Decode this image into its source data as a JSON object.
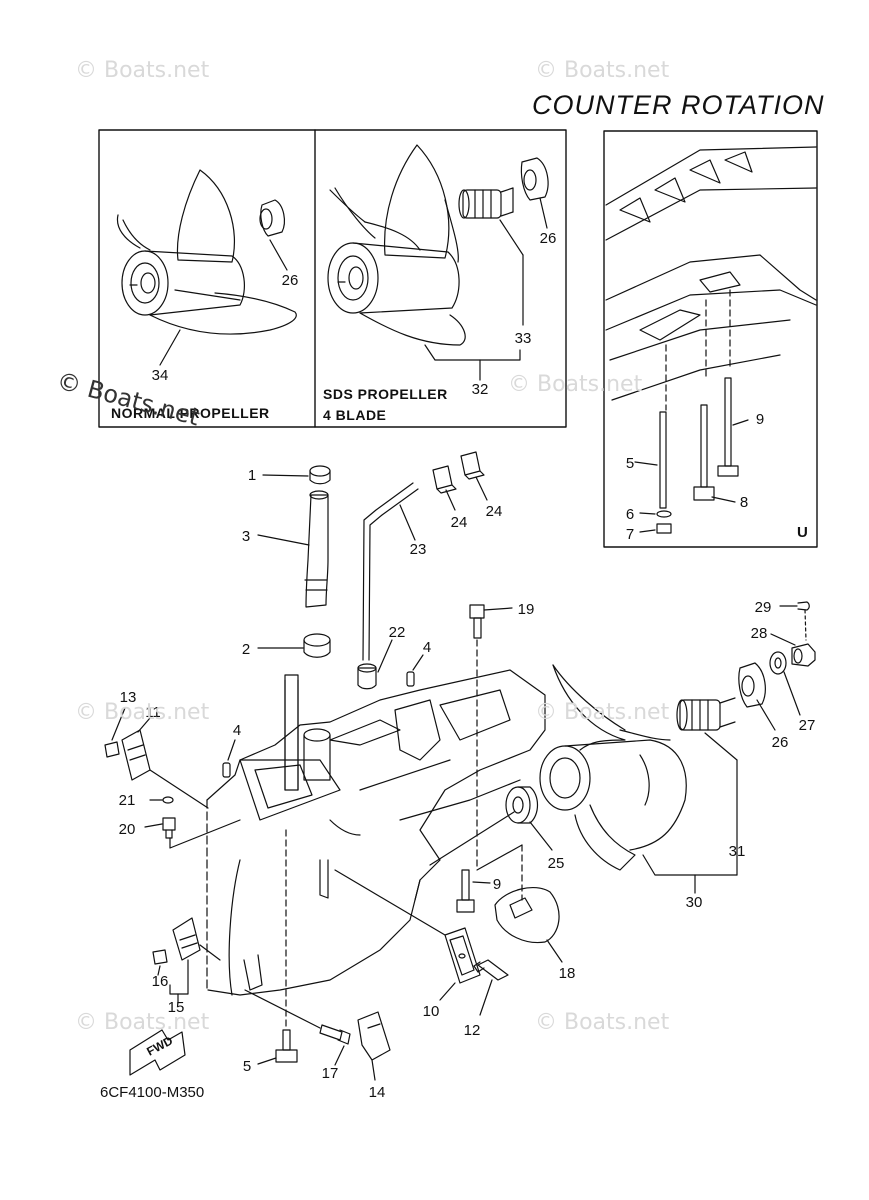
{
  "header": {
    "title": "COUNTER  ROTATION"
  },
  "footer": {
    "part_code": "6CF4100-M350"
  },
  "watermark": "© Boats.net",
  "inset_left": {
    "label_line1": "NORMAL PROPELLER"
  },
  "inset_right": {
    "label_line1": "SDS PROPELLER",
    "label_line2": "4 BLADE"
  },
  "inset_u": {
    "label": "U"
  },
  "fwd_label": "FWD",
  "callouts": [
    {
      "n": "26"
    },
    {
      "n": "34"
    },
    {
      "n": "26"
    },
    {
      "n": "33"
    },
    {
      "n": "32"
    },
    {
      "n": "9"
    },
    {
      "n": "5"
    },
    {
      "n": "8"
    },
    {
      "n": "6"
    },
    {
      "n": "7"
    },
    {
      "n": "1"
    },
    {
      "n": "3"
    },
    {
      "n": "23"
    },
    {
      "n": "24"
    },
    {
      "n": "24"
    },
    {
      "n": "19"
    },
    {
      "n": "29"
    },
    {
      "n": "28"
    },
    {
      "n": "22"
    },
    {
      "n": "4"
    },
    {
      "n": "2"
    },
    {
      "n": "27"
    },
    {
      "n": "26"
    },
    {
      "n": "13"
    },
    {
      "n": "11"
    },
    {
      "n": "4"
    },
    {
      "n": "21"
    },
    {
      "n": "20"
    },
    {
      "n": "25"
    },
    {
      "n": "31"
    },
    {
      "n": "9"
    },
    {
      "n": "30"
    },
    {
      "n": "16"
    },
    {
      "n": "15"
    },
    {
      "n": "18"
    },
    {
      "n": "10"
    },
    {
      "n": "12"
    },
    {
      "n": "5"
    },
    {
      "n": "17"
    },
    {
      "n": "14"
    }
  ]
}
